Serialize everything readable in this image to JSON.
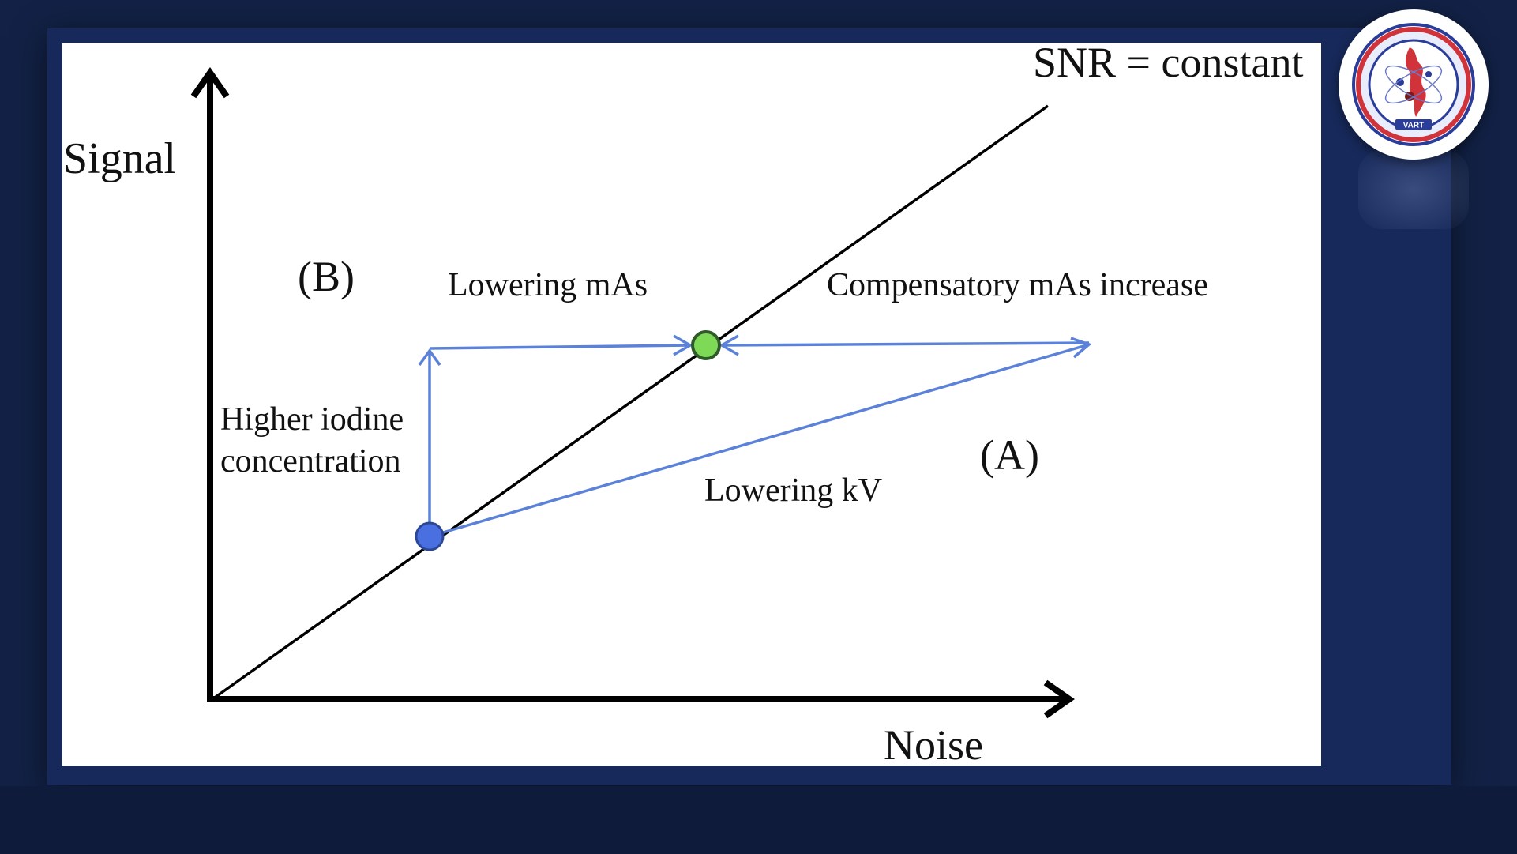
{
  "diagram": {
    "snr_line_label": "SNR = constant",
    "y_axis_label": "Signal",
    "x_axis_label": "Noise",
    "region_b_label": "(B)",
    "region_a_label": "(A)",
    "lowering_mas_label": "Lowering mAs",
    "compensatory_label": "Compensatory mAs increase",
    "iodine_label_line1": "Higher iodine",
    "iodine_label_line2": "concentration",
    "lowering_kv_label": "Lowering kV"
  },
  "logo": {
    "text": "VART",
    "icon": "society-logo-icon"
  },
  "colors": {
    "background": "#122145",
    "panel": "#ffffff",
    "arrow_blue": "#5b82d8",
    "start_point": "#4a6fe0",
    "end_point": "#7ed957",
    "axis": "#000000"
  }
}
